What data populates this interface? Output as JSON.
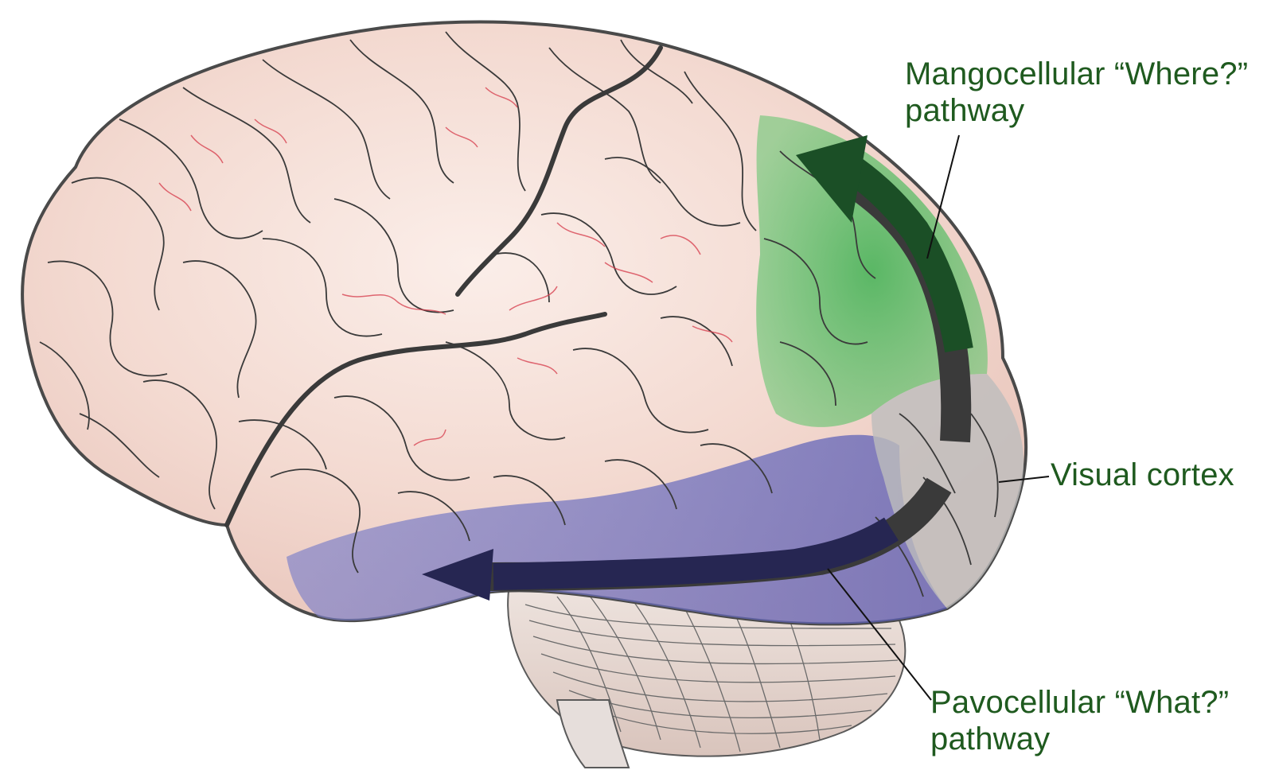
{
  "labels": {
    "where_line1": "Mangocellular “Where?”",
    "where_line2": "pathway",
    "visual_cortex": "Visual cortex",
    "what_line1": "Pavocellular “What?”",
    "what_line2": "pathway"
  },
  "colors": {
    "label_text": "#1f5a1f",
    "where_region": "#4cbc5a",
    "what_region": "#6a6fc0",
    "visual_region": "#b8b8b8",
    "where_arrow": "#1b4f26",
    "what_arrow": "#262652",
    "visual_arrow_segment": "#3a3a3a",
    "outline": "#4a4a4a",
    "brain_tissue": "#f2d7cf",
    "vessels": "#d63a4a"
  }
}
